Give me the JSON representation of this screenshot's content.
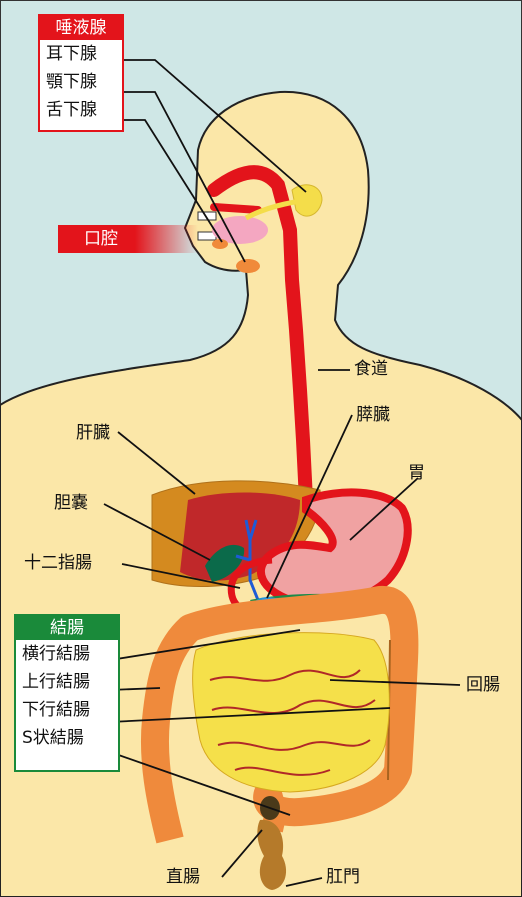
{
  "colors": {
    "background": "#cfe7e6",
    "body": "#fbe7a8",
    "tract_red": "#e3141b",
    "liver": "#c0282a",
    "stomach": "#f0a2a2",
    "colon": "#ef8a3c",
    "small_intestine": "#f5e04a",
    "gallbladder": "#0b6a4a",
    "pancreas_duct": "#2196f3"
  },
  "salivary": {
    "title": "唾液腺",
    "items": [
      "耳下腺",
      "顎下腺",
      "舌下腺"
    ]
  },
  "oral_cavity": "口腔",
  "labels": {
    "esophagus": "食道",
    "liver": "肝臓",
    "pancreas": "膵臓",
    "stomach": "胃",
    "gallbladder": "胆嚢",
    "duodenum": "十二指腸",
    "ileum": "回腸",
    "rectum": "直腸",
    "anus": "肛門"
  },
  "colon": {
    "title": "結腸",
    "items": [
      "横行結腸",
      "上行結腸",
      "下行結腸",
      "S状結腸"
    ]
  }
}
